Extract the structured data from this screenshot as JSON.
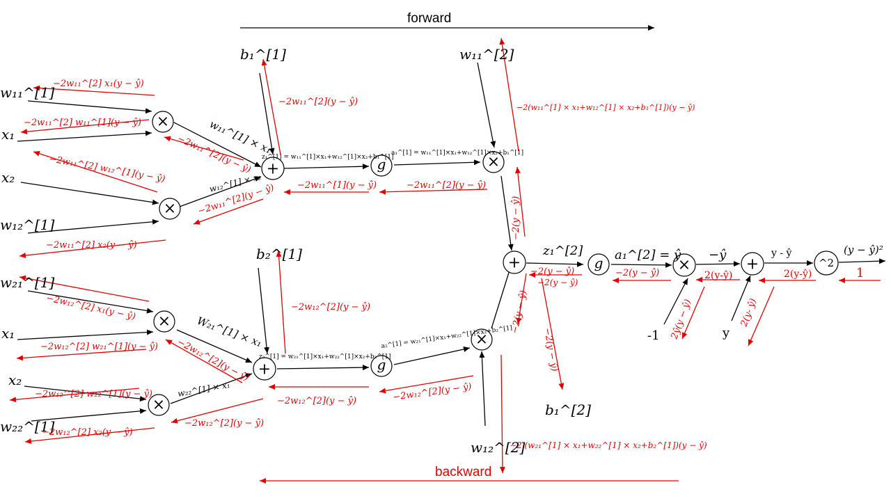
{
  "directions": {
    "forward": "forward",
    "backward": "backward"
  },
  "colors": {
    "forward": "#000000",
    "backward": "#e00000"
  },
  "node_symbols": {
    "multiply": "⊗",
    "add": "+",
    "activation": "g",
    "square": "^2"
  },
  "variables": {
    "w11_1": "w₁₁^[1]",
    "x1_top": "x₁",
    "x2_top": "x₂",
    "w12_1": "w₁₂^[1]",
    "b1_1": "b₁^[1]",
    "b2_1": "b₂^[1]",
    "w11_2": "w₁₁^[2]",
    "w12_2": "w₁₂^[2]",
    "w21_1": "w₂₁^[1]",
    "x1_bot": "x₁",
    "x2_bot": "x₂",
    "w22_1": "w₂₂^[1]",
    "b1_2": "b₁^[2]",
    "neg_one": "-1",
    "y": "y"
  },
  "edge_labels": {
    "w11x1": "w₁₁^[1] × x₁",
    "w12x2": "w₁₂^[1] × x₂",
    "W21x1": "W₂₁^[1] × x₁",
    "w22x1": "w₂₂^[1] × x₁",
    "z1_1": "z₁^[1] = w₁₁^[1]×x₁+w₁₂^[1]×x₂+b₁^[1]",
    "a1_1": "a₁^[1] = w₁₁^[1]×x₁+w₁₂^[1]×x₂+b₁^[1]",
    "z2_1": "z₂^[1] = w₂₁^[1]×x₁+w₂₂^[1]×x₂+b₂^[1]",
    "a2_1": "a₂^[1] = w₂₁^[1]×x₁+w₂₂^[1]×x₂+b₂^[1]",
    "z1_2": "z₁^[2]",
    "a1_2": "a₁^[2] = ŷ",
    "neg_yhat": "−ŷ",
    "y_minus_yhat": "y - ŷ",
    "loss": "(y − ŷ)²"
  },
  "gradients": {
    "g_w11_1": "−2w₁₁^[2] x₁(y − ŷ)",
    "g_x1_top": "−2w₁₁^[2] w₁₁^[1](y − ŷ)",
    "g_mul1_in": "−2w₁₁^[2](y − ŷ)",
    "g_x2_top": "−2w₁₁^[2] w₁₂^[1](y − ŷ)",
    "g_mul2_in": "−2w₁₁^[2](y − ŷ)",
    "g_w12_1": "−2w₁₁^[2] x₂(y − ŷ)",
    "g_b1_1": "−2w₁₁^[2](y − ŷ)",
    "g_add1": "−2w₁₁^[1](y − ŷ)",
    "g_g1": "−2w₁₁^[2](y − ŷ)",
    "g_w11_2": "−2(w₁₁^[1] × x₁+w₁₂^[1] × x₂+b₁^[1])(y − ŷ)",
    "g_mul_top_out": "−2(y − ŷ)",
    "g_w21_1": "−2w₁₂^[2] x₁(y − ŷ)",
    "g_x1_bot": "−2w₁₂^[2] w₂₁^[1](y − ŷ)",
    "g_mul3_in": "−2w₁₂^[2](y − ŷ)",
    "g_x2_bot": "−2w₁₂^[2] w₂₂^[1](y − ŷ)",
    "g_w22_1": "−2w₁₂^[2] x₂(y − ŷ)",
    "g_mul4_in": "−2w₁₂^[2](y − ŷ)",
    "g_b2_1": "−2w₁₂^[2](y − ŷ)",
    "g_add2": "−2w₁₂^[2](y − ŷ)",
    "g_g2": "−2w₁₂^[2](y − ŷ)",
    "g_w12_2": "−2 (w₂₁^[1] × x₁+w₂₂^[1] × x₂+b₂^[1])(y − ŷ)",
    "g_mul_bot_out": "−2(y − ŷ)",
    "g_b1_2": "−2(y − ŷ)",
    "g_add_final_a": "−2(y − ŷ)",
    "g_add_final_b": "−2(y − ŷ)",
    "g_g_final": "−2(y − ŷ)",
    "g_mul_final": "2(y-ŷ)",
    "g_neg_one": "2ŷ(y − ŷ)",
    "g_add_last": "2(y-ŷ)",
    "g_y": "2(y- ŷ)",
    "g_loss": "1"
  }
}
